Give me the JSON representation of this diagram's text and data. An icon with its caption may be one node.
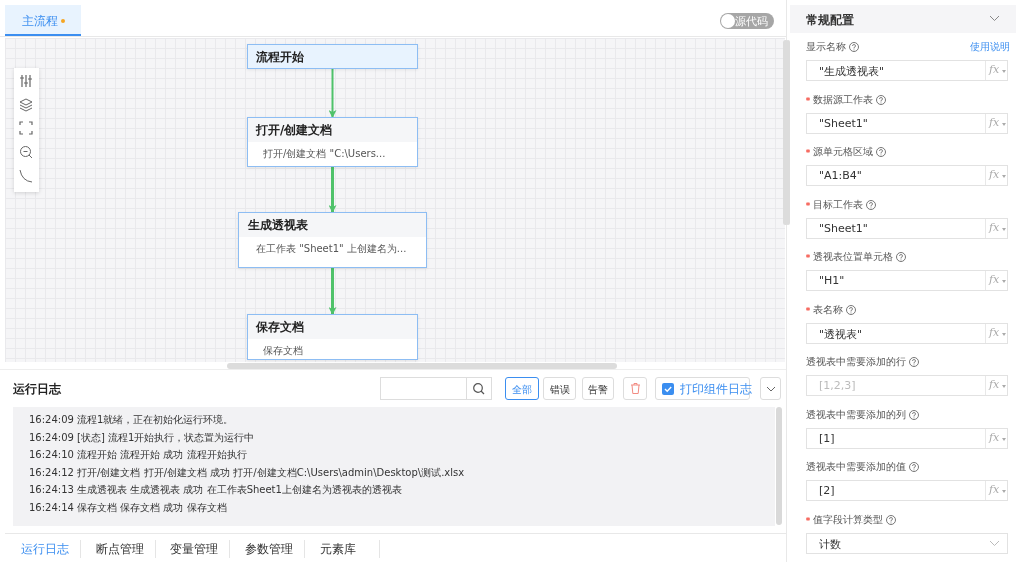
{
  "diagram": {
    "nodes": [
      {
        "text": [
          "流程开始"
        ]
      },
      {
        "text": [
          "打开/创建文档",
          "打开/创建文档 \"C:\\Users..."
        ]
      },
      {
        "text": [
          "生成透视表",
          "在工作表 \"Sheet1\" 上创建名为..."
        ]
      },
      {
        "text": [
          "保存文档",
          "保存文档"
        ]
      }
    ],
    "edges": [
      {
        "from": 0,
        "to": 1,
        "arrow": "to"
      },
      {
        "from": 1,
        "to": 2,
        "arrow": "to"
      },
      {
        "from": 2,
        "to": 3,
        "arrow": "to"
      }
    ],
    "labels": [
      "主流程",
      "源代码",
      "常规配置",
      "显示名称",
      "使用说明",
      "\"生成透视表\"",
      "fx",
      "数据源工作表",
      "\"Sheet1\"",
      "fx",
      "源单元格区域",
      "\"A1:B4\"",
      "fx",
      "目标工作表",
      "\"Sheet1\"",
      "fx",
      "透视表位置单元格",
      "\"H1\"",
      "fx",
      "表名称",
      "\"透视表\"",
      "fx",
      "透视表中需要添加的行",
      "[1,2,3]",
      "fx",
      "透视表中需要添加的列",
      "[1]",
      "fx",
      "透视表中需要添加的值",
      "[2]",
      "fx",
      "值字段计算类型",
      "计数",
      "运行日志",
      "全部",
      "错误",
      "告警",
      "打印组件日志",
      "16:24:09 流程1就绪，正在初始化运行环境。",
      "16:24:09 [状态] 流程1开始执行，状态置为运行中",
      "16:24:10 流程开始 流程开始 成功 流程开始执行",
      "16:24:12 打开/创建文档 打开/创建文档 成功 打开/创建文档C:\\Users\\admin\\Desktop\\测试.xlsx",
      "16:24:13 生成透视表 生成透视表 成功 在工作表Sheet1上创建名为透视表的透视表",
      "16:24:14 保存文档 保存文档 成功 保存文档",
      "运行日志",
      "断点管理",
      "变量管理",
      "参数管理",
      "元素库"
    ]
  }
}
